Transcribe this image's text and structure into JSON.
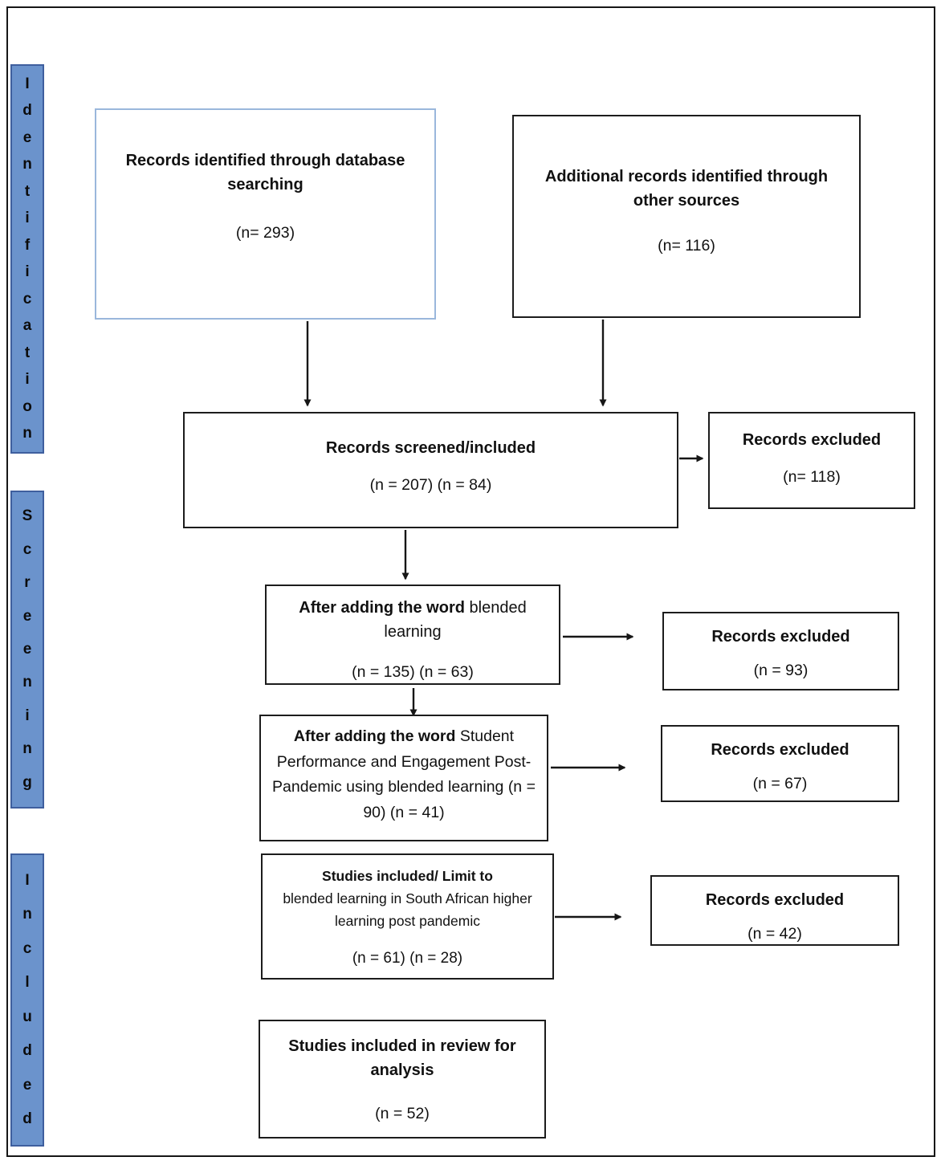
{
  "figure": {
    "kind": "prisma-flow-diagram",
    "colors": {
      "stage_bar_fill": "#6b93cc",
      "stage_bar_border": "#3f5f9e",
      "light_box_border": "#9ab7dc",
      "line_color": "#161616"
    }
  },
  "sidebar": {
    "labels": [
      {
        "id": "identification",
        "text": "Identification"
      },
      {
        "id": "screening",
        "text": "Screening"
      },
      {
        "id": "included",
        "text": "Included"
      }
    ]
  },
  "boxes": {
    "db_search": {
      "title": "Records identified through database searching",
      "count": "(n= 293)"
    },
    "other_sources": {
      "title": "Additional records identified through other sources",
      "count": "(n= 116)"
    },
    "screened": {
      "title": "Records screened/included",
      "count": "(n = 207) (n = 84)"
    },
    "excluded_screening": {
      "title": "Records excluded",
      "count": "(n= 118)"
    },
    "blended": {
      "title_bold": "After adding the word",
      "title_rest": " blended learning",
      "count": "(n = 135) (n = 63)"
    },
    "excluded_blended": {
      "title": "Records excluded",
      "count": "(n = 93)"
    },
    "student": {
      "title_bold": "After adding the word",
      "title_rest": " Student Performance and Engagement Post-Pandemic using blended learning (n = 90) (n = 41)"
    },
    "excluded_student": {
      "title": "Records excluded",
      "count": "(n = 67)"
    },
    "limit": {
      "title_bold": "Studies included/ Limit to",
      "title_rest": "blended learning in South African higher learning post pandemic",
      "count": "(n = 61) (n = 28)"
    },
    "excluded_limit": {
      "title": "Records excluded",
      "count": "(n = 42)"
    },
    "review": {
      "title": "Studies included in review for analysis",
      "count": "(n = 52)"
    }
  }
}
